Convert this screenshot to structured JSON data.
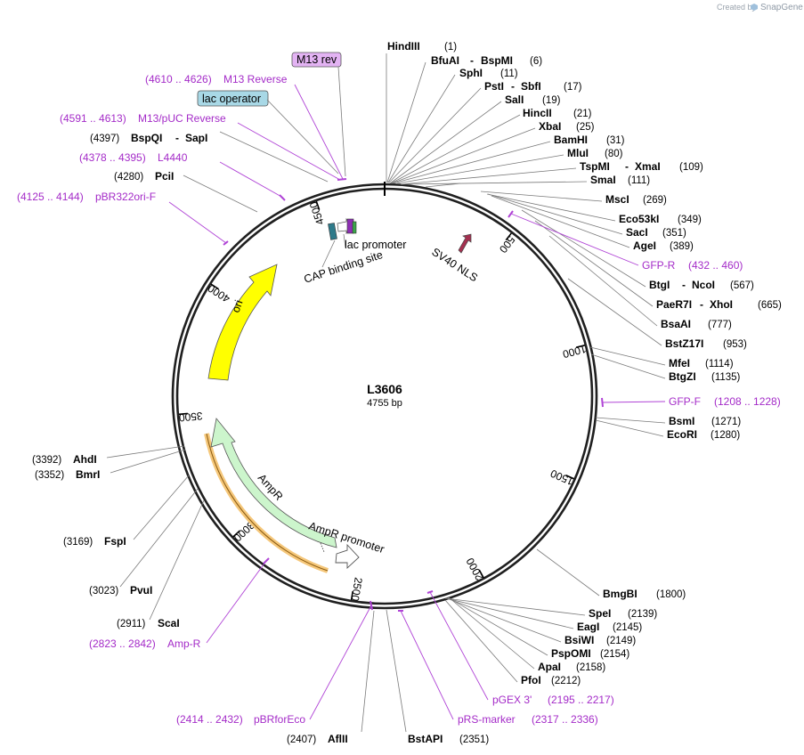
{
  "credit": {
    "prefix": "Created by",
    "brand": "SnapGene"
  },
  "plasmid": {
    "name": "L3606",
    "length": "4755 bp"
  },
  "ring_ticks": [
    "500",
    "1000",
    "1500",
    "2000",
    "2500",
    "3000",
    "3500",
    "4000",
    "4500"
  ],
  "features": {
    "ori": "ori",
    "ampr": "AmpR",
    "ampr_promoter": "AmpR promoter",
    "sv40": "SV40 NLS",
    "lac_promoter": "lac promoter",
    "cap": "CAP binding site",
    "lac_operator": "lac operator",
    "m13rev": "M13 rev"
  },
  "sites_right": [
    {
      "n1": "HindIII",
      "n2": "",
      "pos": "(1)"
    },
    {
      "n1": "BfuAI",
      "n2": "BspMI",
      "pos": "(6)"
    },
    {
      "n1": "SphI",
      "n2": "",
      "pos": "(11)"
    },
    {
      "n1": "PstI",
      "n2": "SbfI",
      "pos": "(17)"
    },
    {
      "n1": "SalI",
      "n2": "",
      "pos": "(19)"
    },
    {
      "n1": "HincII",
      "n2": "",
      "pos": "(21)"
    },
    {
      "n1": "XbaI",
      "n2": "",
      "pos": "(25)"
    },
    {
      "n1": "BamHI",
      "n2": "",
      "pos": "(31)"
    },
    {
      "n1": "MluI",
      "n2": "",
      "pos": "(80)"
    },
    {
      "n1": "TspMI",
      "n2": "XmaI",
      "pos": "(109)"
    },
    {
      "n1": "SmaI",
      "n2": "",
      "pos": "(111)"
    },
    {
      "n1": "MscI",
      "n2": "",
      "pos": "(269)"
    },
    {
      "n1": "Eco53kI",
      "n2": "",
      "pos": "(349)"
    },
    {
      "n1": "SacI",
      "n2": "",
      "pos": "(351)"
    },
    {
      "n1": "AgeI",
      "n2": "",
      "pos": "(389)"
    },
    {
      "n1": "BtgI",
      "n2": "NcoI",
      "pos": "(567)"
    },
    {
      "n1": "PaeR7I",
      "n2": "XhoI",
      "pos": "(665)"
    },
    {
      "n1": "BsaAI",
      "n2": "",
      "pos": "(777)"
    },
    {
      "n1": "BstZ17I",
      "n2": "",
      "pos": "(953)"
    },
    {
      "n1": "MfeI",
      "n2": "",
      "pos": "(1114)"
    },
    {
      "n1": "BtgZI",
      "n2": "",
      "pos": "(1135)"
    },
    {
      "n1": "BsmI",
      "n2": "",
      "pos": "(1271)"
    },
    {
      "n1": "EcoRI",
      "n2": "",
      "pos": "(1280)"
    },
    {
      "n1": "BmgBI",
      "n2": "",
      "pos": "(1800)"
    },
    {
      "n1": "SpeI",
      "n2": "",
      "pos": "(2139)"
    },
    {
      "n1": "EagI",
      "n2": "",
      "pos": "(2145)"
    },
    {
      "n1": "BsiWI",
      "n2": "",
      "pos": "(2149)"
    },
    {
      "n1": "PspOMI",
      "n2": "",
      "pos": "(2154)"
    },
    {
      "n1": "ApaI",
      "n2": "",
      "pos": "(2158)"
    },
    {
      "n1": "PfoI",
      "n2": "",
      "pos": "(2212)"
    },
    {
      "n1": "BstAPI",
      "n2": "",
      "pos": "(2351)"
    }
  ],
  "sites_left": [
    {
      "n1": "AflII",
      "pos": "(2407)"
    },
    {
      "n1": "ScaI",
      "pos": "(2911)"
    },
    {
      "n1": "PvuI",
      "pos": "(3023)"
    },
    {
      "n1": "FspI",
      "pos": "(3169)"
    },
    {
      "n1": "BmrI",
      "pos": "(3352)"
    },
    {
      "n1": "AhdI",
      "pos": "(3392)"
    },
    {
      "n1": "PciI",
      "pos": "(4280)"
    },
    {
      "n1": "BspQI",
      "n2": "SapI",
      "pos": "(4397)"
    }
  ],
  "primers": [
    {
      "range": "(4610 .. 4626)",
      "name": "M13 Reverse"
    },
    {
      "range": "(4591 .. 4613)",
      "name": "M13/pUC Reverse"
    },
    {
      "range": "(4378 .. 4395)",
      "name": "L4440"
    },
    {
      "range": "(4125 .. 4144)",
      "name": "pBR322ori-F"
    },
    {
      "name": "GFP-R",
      "range": "(432 .. 460)"
    },
    {
      "name": "GFP-F",
      "range": "(1208 .. 1228)"
    },
    {
      "name": "pGEX 3'",
      "range": "(2195 .. 2217)"
    },
    {
      "name": "pRS-marker",
      "range": "(2317 .. 2336)"
    },
    {
      "range": "(2414 .. 2432)",
      "name": "pBRforEco"
    },
    {
      "range": "(2823 .. 2842)",
      "name": "Amp-R"
    }
  ],
  "colors": {
    "ori": "#ffff00",
    "ampr": "#ccf5cc",
    "ampr_halo": "#f5c77a",
    "primer": "#a42bc8",
    "sv40": "#a43050",
    "lac_operator": "#a8d8e6",
    "m13rev": "#e3b3f3"
  }
}
